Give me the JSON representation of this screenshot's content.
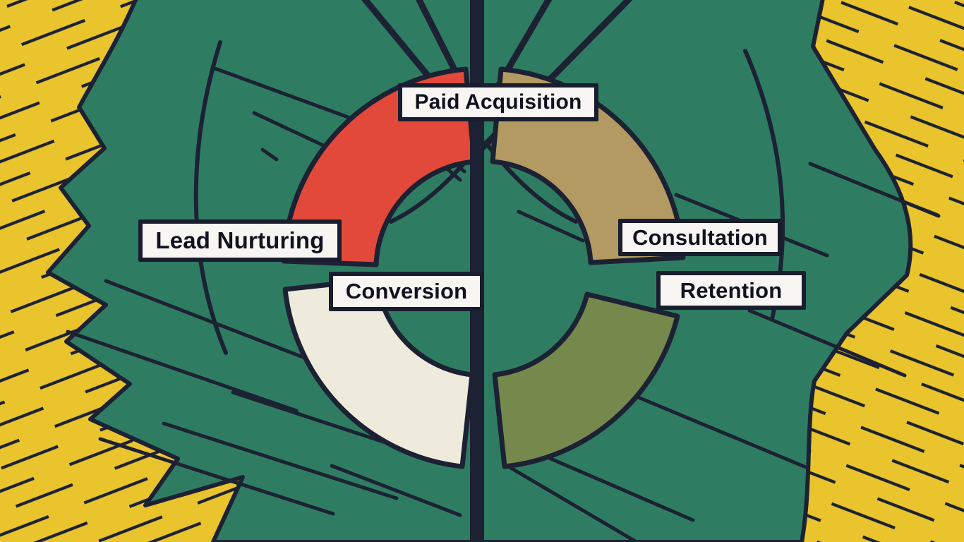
{
  "figure": {
    "type": "cycle-diagram",
    "stages_clockwise_from_top": [
      "Paid Acquisition",
      "Consultation",
      "Retention",
      "Conversion",
      "Lead Nurturing"
    ]
  },
  "labels": {
    "paid_acquisition": "Paid Acquisition",
    "lead_nurturing": "Lead Nurturing",
    "consultation": "Consultation",
    "conversion": "Conversion",
    "retention": "Retention"
  },
  "ring": {
    "segments": [
      {
        "name": "top-left",
        "color": "#e2493a"
      },
      {
        "name": "top-right",
        "color": "#b39a62"
      },
      {
        "name": "bottom-right",
        "color": "#75894d"
      },
      {
        "name": "bottom-left",
        "color": "#eeebdc"
      }
    ]
  },
  "palette": {
    "background_yellow": "#eac42c",
    "leaf_green": "#2e7d62",
    "outline_navy": "#1c2133",
    "label_background": "#f7f6f2",
    "label_border": "#191d2e",
    "label_text": "#10131f"
  }
}
